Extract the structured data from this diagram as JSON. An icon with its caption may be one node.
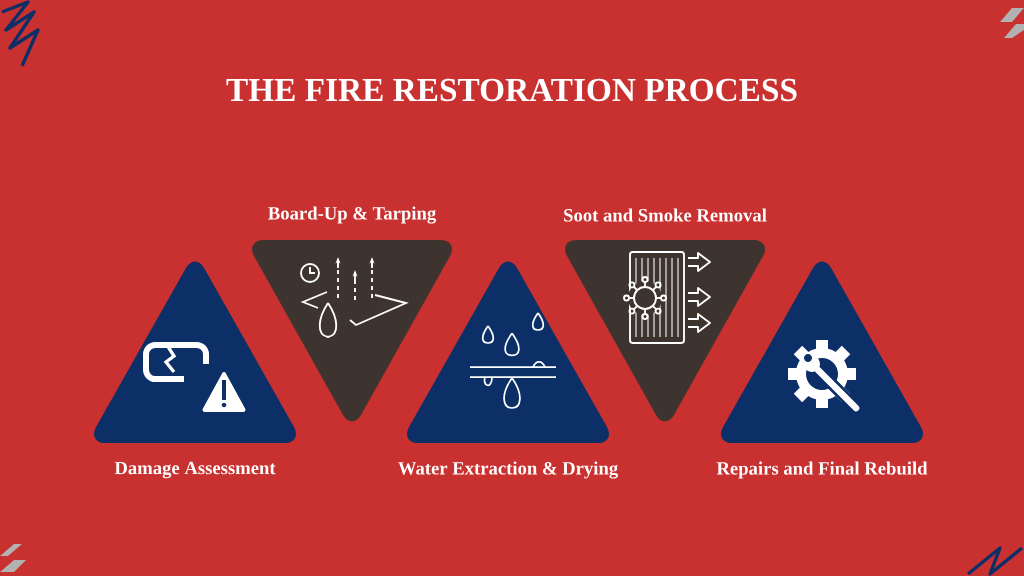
{
  "diagram": {
    "title": "THE FIRE RESTORATION PROCESS",
    "nodes": [
      {
        "text": [
          "Damage Assessment"
        ]
      },
      {
        "text": [
          "Board-Up & Tarping"
        ]
      },
      {
        "text": [
          "Water Extraction & Drying"
        ]
      },
      {
        "text": [
          "Soot and Smoke Removal"
        ]
      },
      {
        "text": [
          "Repairs and Final Rebuild"
        ]
      }
    ]
  }
}
